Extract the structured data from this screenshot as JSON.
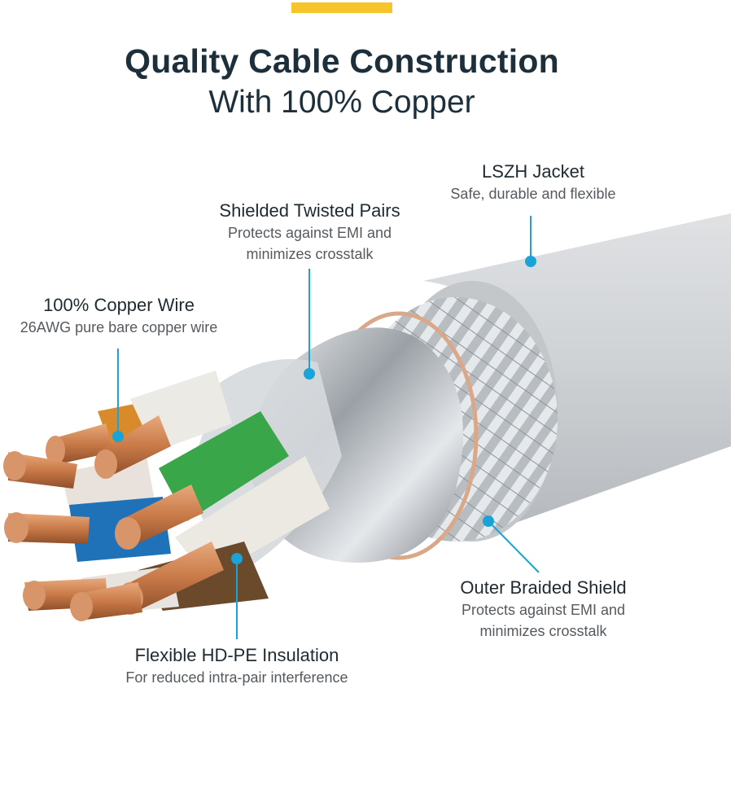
{
  "header": {
    "title": "Quality Cable Construction",
    "subtitle": "With 100% Copper"
  },
  "colors": {
    "accent_bar": "#f5c52b",
    "title_text": "#1d2f3b",
    "leader_line": "#1aa3d6",
    "jacket": "#d3d5d8",
    "copper": "#c97a48",
    "wire_green": "#3aa64a",
    "wire_blue": "#1f72b8",
    "wire_orange": "#d98a2a",
    "wire_brown": "#6b4a2c",
    "foil": "#c7cbd0"
  },
  "callouts": {
    "jacket": {
      "title": "LSZH Jacket",
      "desc": "Safe, durable and flexible"
    },
    "twisted_pairs": {
      "title": "Shielded Twisted Pairs",
      "desc1": "Protects against EMI and",
      "desc2": "minimizes crosstalk"
    },
    "copper_wire": {
      "title": "100% Copper Wire",
      "desc": "26AWG pure bare copper wire"
    },
    "braided_shield": {
      "title": "Outer Braided Shield",
      "desc1": "Protects against EMI and",
      "desc2": "minimizes crosstalk"
    },
    "insulation": {
      "title": "Flexible HD-PE Insulation",
      "desc": "For reduced intra-pair interference"
    }
  }
}
